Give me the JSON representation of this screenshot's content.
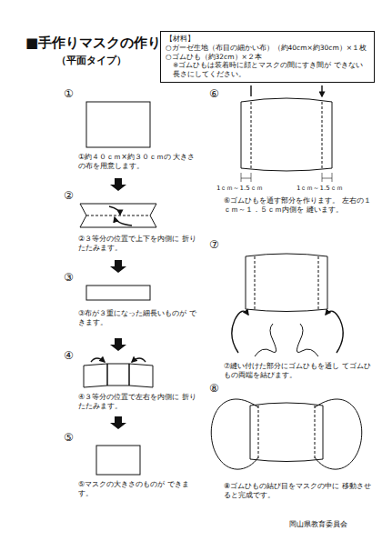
{
  "diagram": {
    "title": "■手作りマスクの作り方",
    "nodes": [
      {
        "text": [
          "【材料】",
          "○ガーゼ生地（布目の細かい布）（約40cm×約30cm）×１枚",
          "○ゴムひも（約32cm）×２本",
          "※ゴムひもは装着時に顔とマスクの間にすき間が できない長さにしてください。"
        ]
      }
    ],
    "labels": [
      "（平面タイプ）",
      "①",
      "①約４０ｃｍ×約３０ｃｍの 大きさの布を用意します。",
      "②",
      "②３等分の位置で上下を内側に 折りたたみます。",
      "③",
      "③布が３重になった細長いものが できます。",
      "④",
      "④３等分の位置で左右を内側に 折りたたみます。",
      "⑤",
      "⑤マスクの大きさのものが できます。",
      "⑥",
      "1ｃｍ～1.5ｃｍ",
      "1ｃｍ～1.5ｃｍ",
      "⑥ゴムひもを通す部分を作ります。 左右の１ｃｍ～１．５ｃｍ内側を 縫います。",
      "⑦",
      "⑦縫い付けた部分にゴムひもを通し てゴムひもの両端を結びます。",
      "⑧",
      "⑧ゴムひもの結び目をマスクの中に 移動させると完成です。",
      "岡山県教育委員会"
    ]
  }
}
